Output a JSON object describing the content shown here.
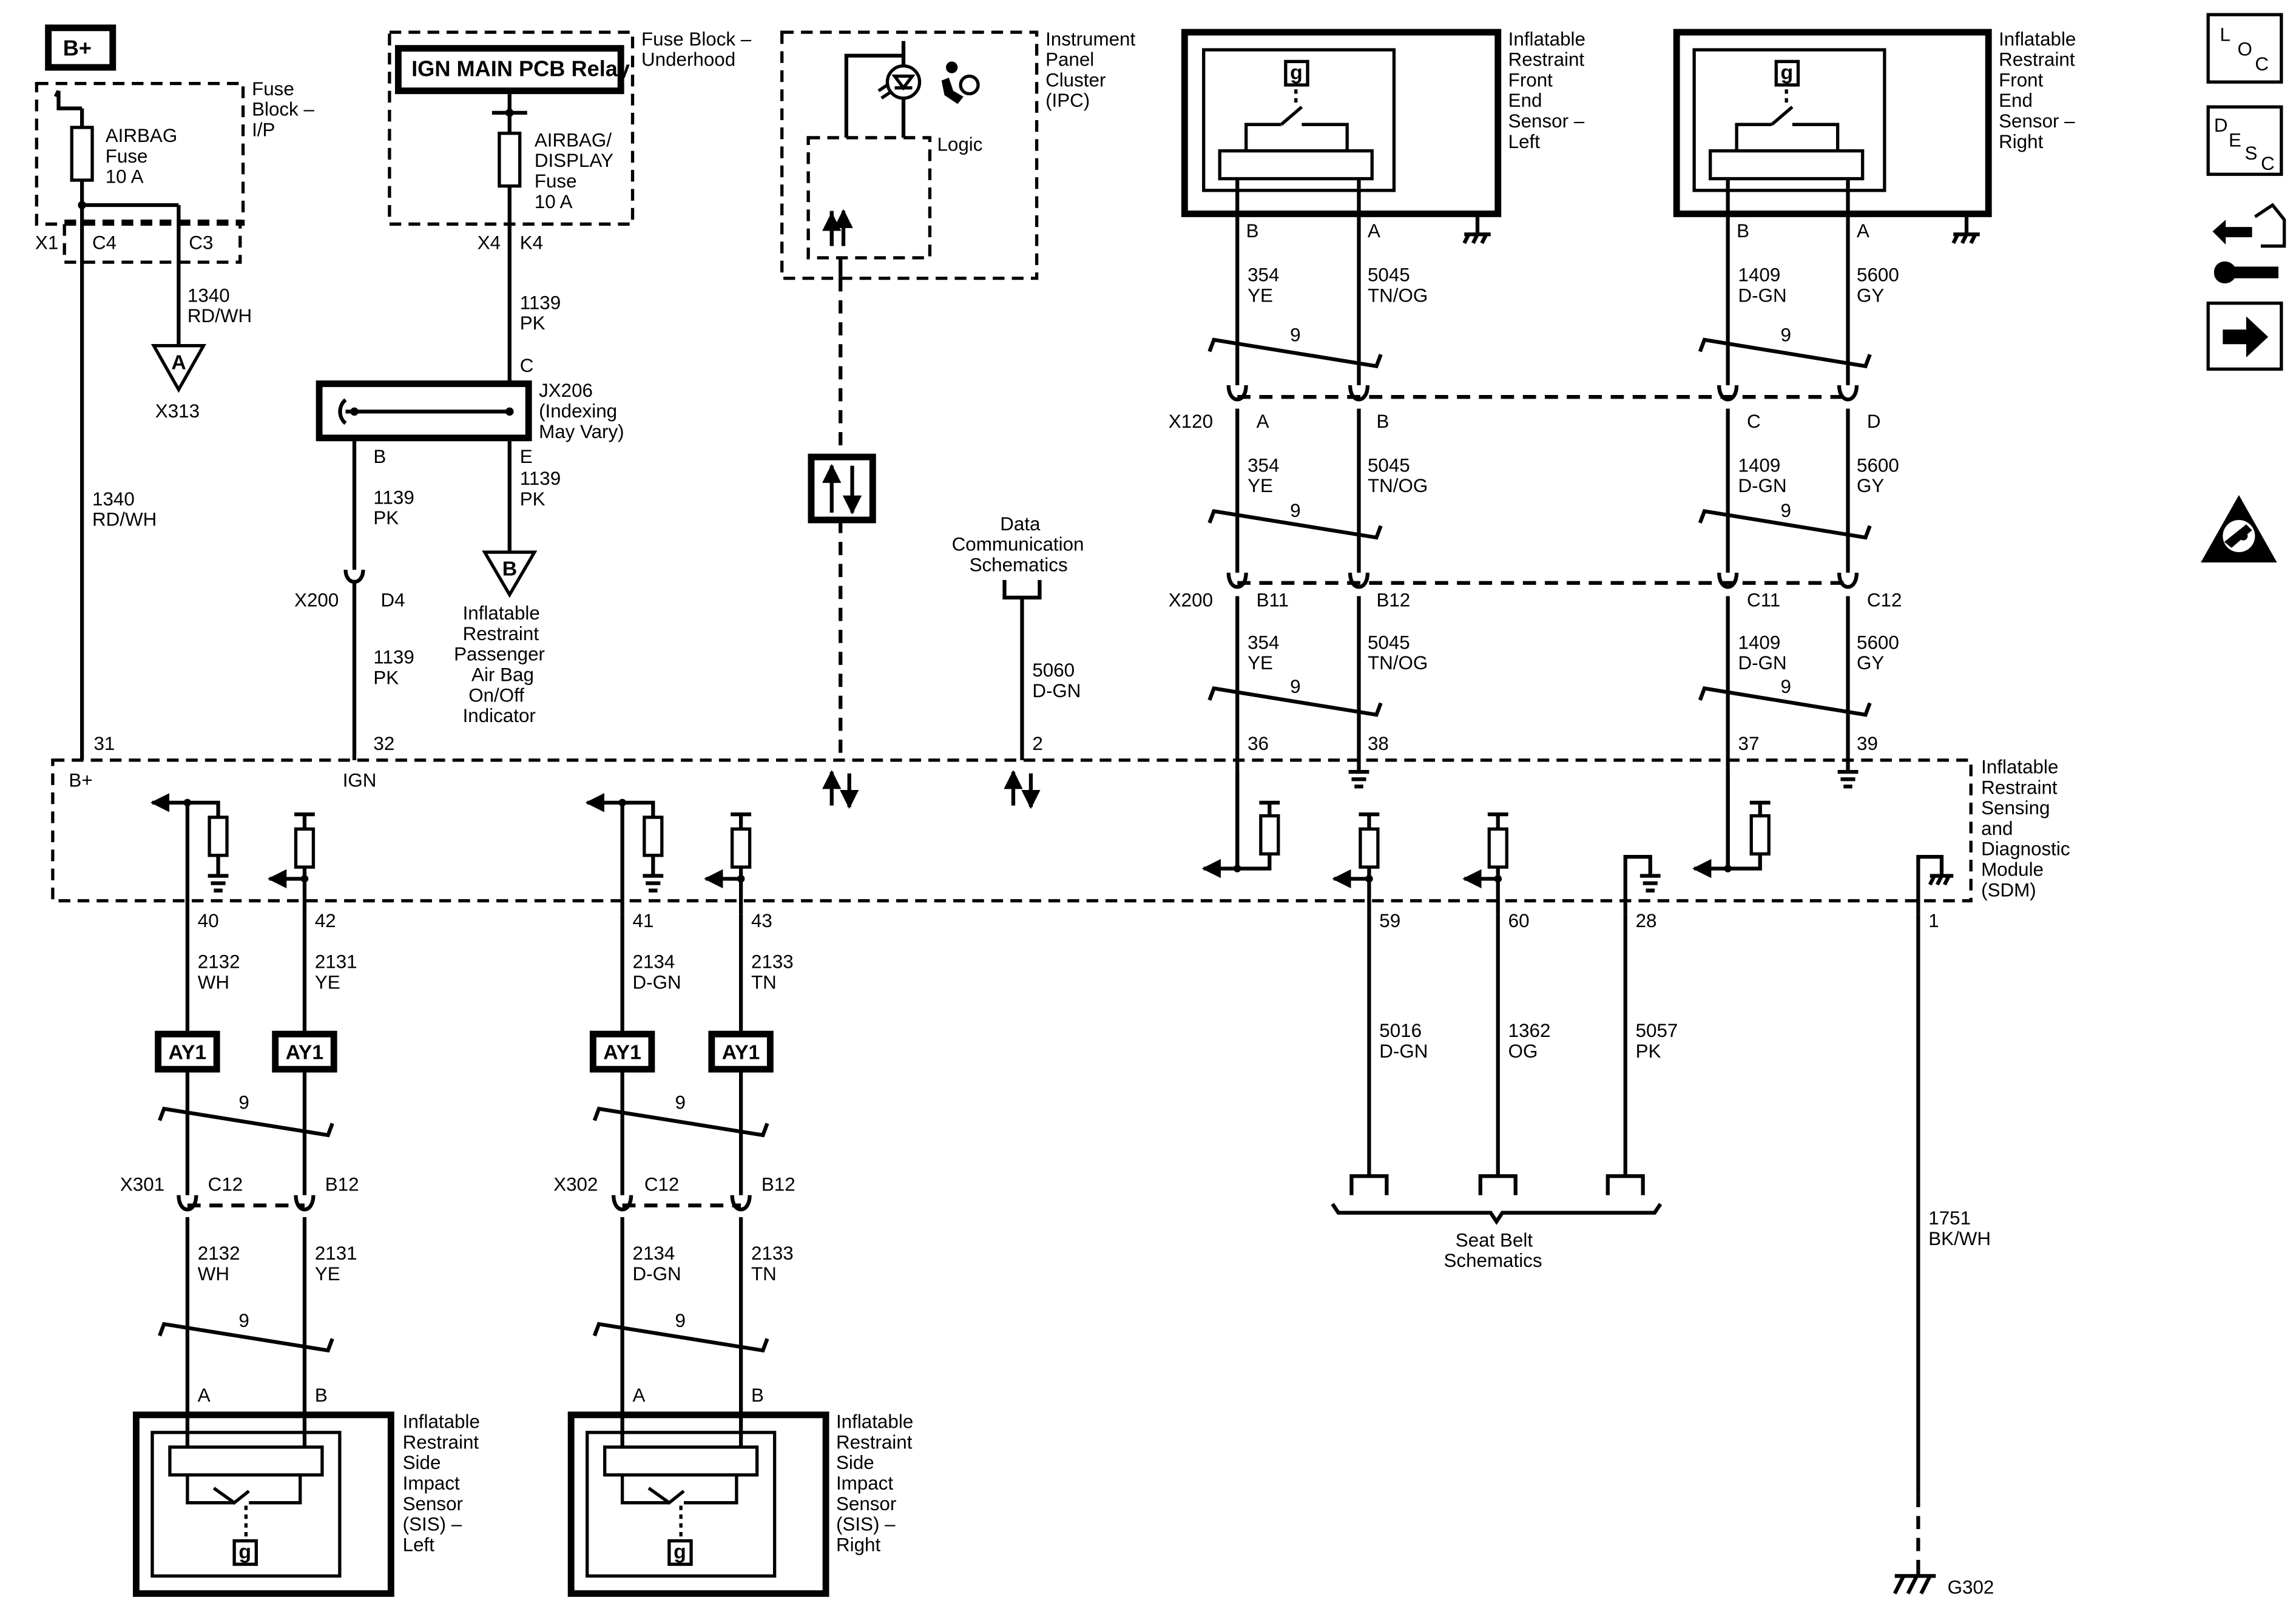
{
  "top": {
    "b_plus": "B+",
    "fuse_block_ip": [
      "Fuse",
      "Block –",
      "I/P"
    ],
    "airbag_fuse": [
      "AIRBAG",
      "Fuse",
      "10 A"
    ],
    "x1": "X1",
    "c4": "C4",
    "c3": "C3",
    "w1340_top": [
      "1340",
      "RD/WH"
    ],
    "x313": "X313",
    "tri_a": "A",
    "tri_b": "B",
    "w1340_left": [
      "1340",
      "RD/WH"
    ],
    "relay": "IGN MAIN PCB Relay",
    "fuse_block_uh": [
      "Fuse Block –",
      "Underhood"
    ],
    "airbag_display_fuse": [
      "AIRBAG/",
      "DISPLAY",
      "Fuse",
      "10 A"
    ],
    "x4": "X4",
    "k4": "K4",
    "w1139_a": [
      "1139",
      "PK"
    ],
    "jx206_c": "C",
    "jx206": [
      "JX206",
      "(Indexing",
      "May Vary)"
    ],
    "jx206_b": "B",
    "jx206_e": "E",
    "w1139_b": [
      "1139",
      "PK"
    ],
    "w1139_c": [
      "1139",
      "PK"
    ],
    "x200_left": "X200",
    "d4": "D4",
    "w1139_d": [
      "1139",
      "PK"
    ],
    "pass_indicator": [
      "Inflatable",
      "Restraint",
      "Passenger",
      "Air Bag",
      "On/Off",
      "Indicator"
    ],
    "ipc": [
      "Instrument",
      "Panel",
      "Cluster",
      "(IPC)"
    ],
    "logic": "Logic",
    "data_comm": [
      "Data",
      "Communication",
      "Schematics"
    ],
    "w5060": [
      "5060",
      "D-GN"
    ],
    "fes_left": [
      "Inflatable",
      "Restraint",
      "Front",
      "End",
      "Sensor –",
      "Left"
    ],
    "fes_right": [
      "Inflatable",
      "Restraint",
      "Front",
      "End",
      "Sensor –",
      "Right"
    ]
  },
  "front_wires": {
    "left_pins": [
      "B",
      "A"
    ],
    "right_pins": [
      "B",
      "A"
    ],
    "left_b": [
      "354",
      "YE"
    ],
    "left_a": [
      "5045",
      "TN/OG"
    ],
    "right_b": [
      "1409",
      "D-GN"
    ],
    "right_a": [
      "5600",
      "GY"
    ],
    "twist": "9",
    "x120": "X120",
    "x120_pins": [
      "A",
      "B",
      "C",
      "D"
    ],
    "x200": "X200",
    "x200_pins": [
      "B11",
      "B12",
      "C11",
      "C12"
    ],
    "sdm_pins": [
      "36",
      "38",
      "37",
      "39"
    ]
  },
  "sdm": {
    "label": [
      "Inflatable",
      "Restraint",
      "Sensing",
      "and",
      "Diagnostic",
      "Module",
      "(SDM)"
    ],
    "b_plus": "B+",
    "ign": "IGN",
    "pin31": "31",
    "pin32": "32",
    "pin2": "2",
    "bottom_pins": [
      "40",
      "42",
      "41",
      "43",
      "59",
      "60",
      "28",
      "1"
    ]
  },
  "side_wires": {
    "left": {
      "w40": [
        "2132",
        "WH"
      ],
      "w42": [
        "2131",
        "YE"
      ],
      "ay1": "AY1",
      "twist": "9",
      "conn": "X301",
      "conn_pins": [
        "C12",
        "B12"
      ],
      "pins": [
        "A",
        "B"
      ],
      "label": [
        "Inflatable",
        "Restraint",
        "Side",
        "Impact",
        "Sensor",
        "(SIS) –",
        "Left"
      ]
    },
    "right": {
      "w41": [
        "2134",
        "D-GN"
      ],
      "w43": [
        "2133",
        "TN"
      ],
      "ay1": "AY1",
      "twist": "9",
      "conn": "X302",
      "conn_pins": [
        "C12",
        "B12"
      ],
      "pins": [
        "A",
        "B"
      ],
      "label": [
        "Inflatable",
        "Restraint",
        "Side",
        "Impact",
        "Sensor",
        "(SIS) –",
        "Right"
      ]
    }
  },
  "seat_belt": {
    "w5016": [
      "5016",
      "D-GN"
    ],
    "w1362": [
      "1362",
      "OG"
    ],
    "w5057": [
      "5057",
      "PK"
    ],
    "label": [
      "Seat Belt",
      "Schematics"
    ]
  },
  "ground": {
    "w1751": [
      "1751",
      "BK/WH"
    ],
    "g302": "G302"
  },
  "sensor_g": "g",
  "nav": {
    "loc": [
      "L",
      "O",
      "C"
    ],
    "desc": [
      "D",
      "E",
      "S",
      "C"
    ]
  }
}
